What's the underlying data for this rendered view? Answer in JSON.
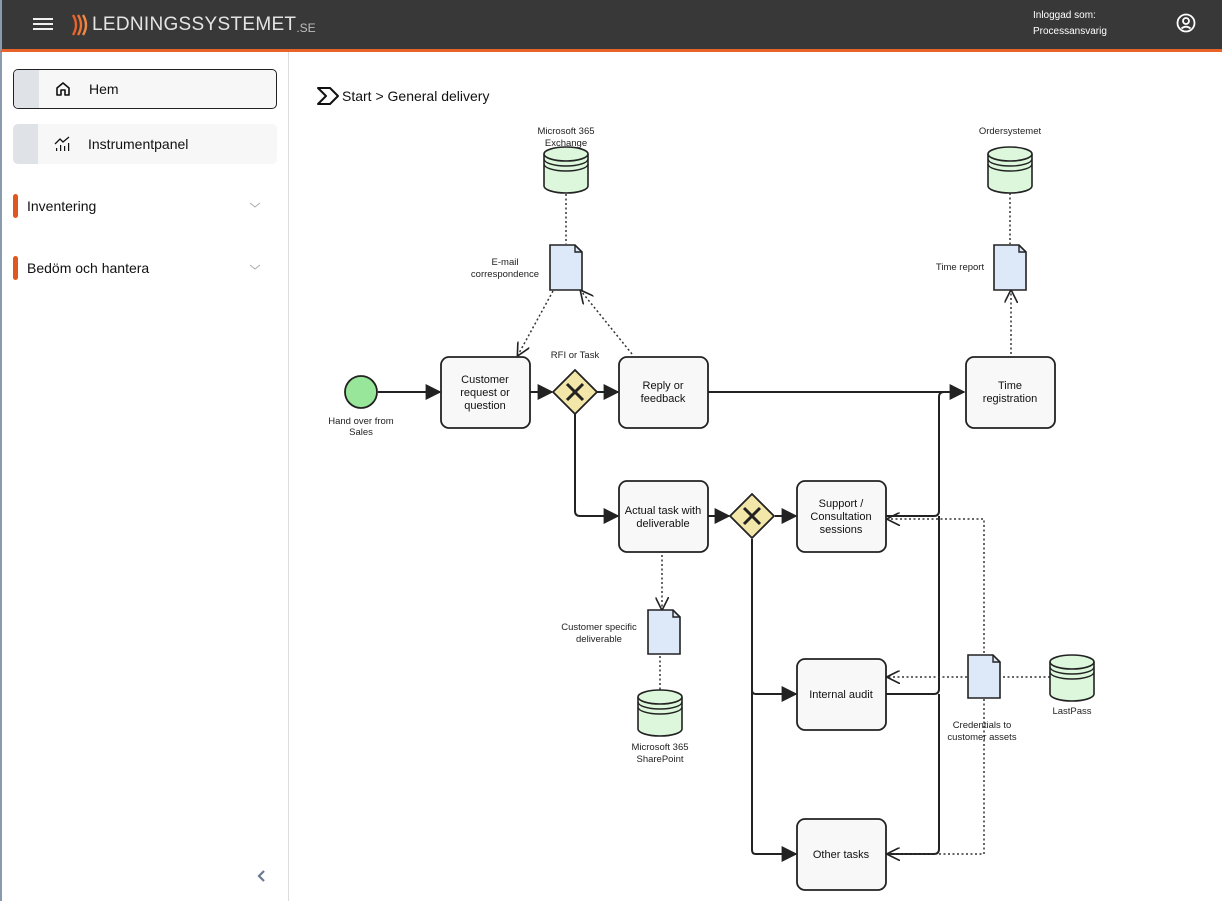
{
  "header": {
    "brand": "LEDNINGSSYSTEMET",
    "brand_suffix": ".SE",
    "user_label": "Inloggad som:",
    "user_role": "Processansvarig",
    "accent_color": "#e8622a",
    "icons": {
      "menu": "hamburger-icon",
      "user": "user-circle-icon"
    }
  },
  "sidebar": {
    "items": [
      {
        "label": "Hem",
        "icon": "home-icon",
        "active": true
      },
      {
        "label": "Instrumentpanel",
        "icon": "dashboard-chart-icon",
        "active": false
      }
    ],
    "sections": [
      {
        "label": "Inventering",
        "expanded": false
      },
      {
        "label": "Bedöm och hantera",
        "expanded": false
      }
    ],
    "collapse_icon": "chevron-left-icon"
  },
  "breadcrumb": {
    "icon": "process-chevron-icon",
    "path": "Start > General delivery"
  },
  "diagram": {
    "start_event": {
      "label_1": "Hand over from",
      "label_2": "Sales",
      "color": "#98e69a"
    },
    "tasks": {
      "customer_request": [
        "Customer",
        "request or",
        "question"
      ],
      "reply_feedback": [
        "Reply or",
        "feedback"
      ],
      "time_registration": [
        "Time",
        "registration"
      ],
      "actual_task": [
        "Actual task with",
        "deliverable"
      ],
      "support": [
        "Support /",
        "Consultation",
        "sessions"
      ],
      "internal_audit": [
        "Internal audit"
      ],
      "other_tasks": [
        "Other tasks"
      ]
    },
    "gateways": {
      "rfi_or_task": {
        "label": "RFI or Task",
        "symbol": "X"
      },
      "task_split": {
        "symbol": "X"
      }
    },
    "data_stores": {
      "exchange": [
        "Microsoft 365",
        "Exchange"
      ],
      "ordersystemet": [
        "Ordersystemet"
      ],
      "sharepoint": [
        "Microsoft 365",
        "SharePoint"
      ],
      "lastpass": [
        "LastPass"
      ]
    },
    "data_objects": {
      "email": [
        "E-mail",
        "correspondence"
      ],
      "time_report": [
        "Time report"
      ],
      "deliverable": [
        "Customer specific",
        "deliverable"
      ],
      "credentials": [
        "Credentials to",
        "customer assets"
      ]
    },
    "colors": {
      "store_fill": "#dcf7dc",
      "doc_fill": "#dde9f8",
      "gateway_fill": "#f2e6a8",
      "task_fill": "#f8f8f8"
    }
  }
}
